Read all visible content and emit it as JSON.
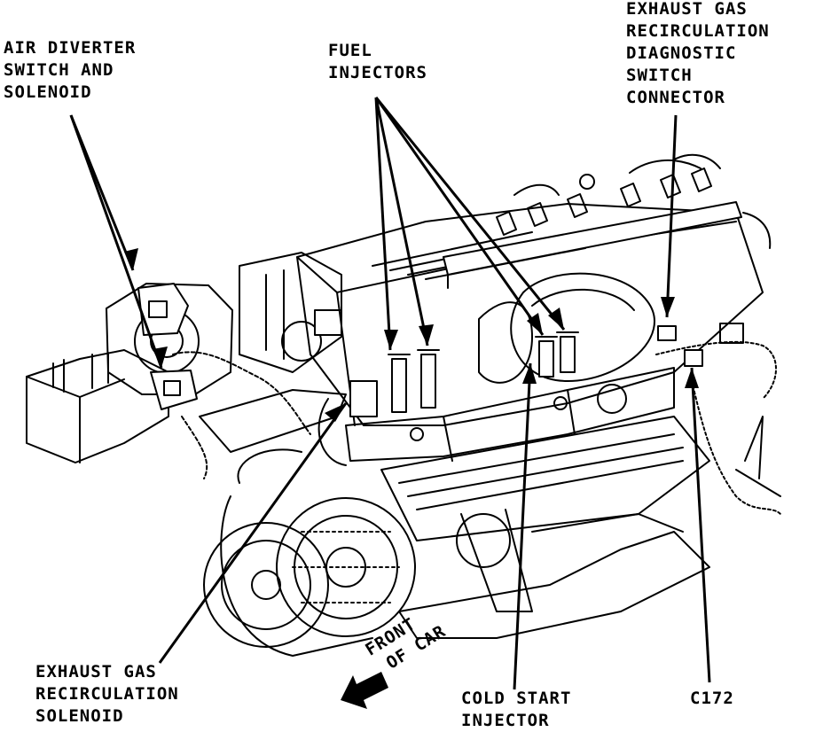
{
  "figure": {
    "background": "#ffffff",
    "ink": "#000000"
  },
  "labels": {
    "air_diverter": [
      "AIR DIVERTER",
      "SWITCH AND",
      "SOLENOID"
    ],
    "fuel_injectors": [
      "FUEL",
      "INJECTORS"
    ],
    "egr_diag": [
      "EXHAUST GAS",
      "RECIRCULATION",
      "DIAGNOSTIC",
      "SWITCH",
      "CONNECTOR"
    ],
    "egr_solenoid": [
      "EXHAUST GAS",
      "RECIRCULATION",
      "SOLENOID"
    ],
    "front_of_car": [
      "FRONT",
      "OF CAR"
    ],
    "cold_start": [
      "COLD START",
      "INJECTOR"
    ],
    "c172": "C172"
  },
  "icons": {
    "front_arrow": "front-of-car-arrow-icon"
  }
}
